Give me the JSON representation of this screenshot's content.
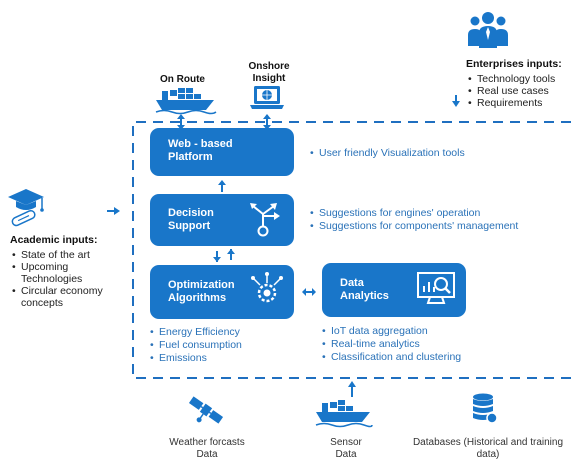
{
  "boxes": {
    "web_platform": "Web - based Platform",
    "decision_support": "Decision Support",
    "optimization": "Optimization Algorithms",
    "data_analytics": "Data Analytics"
  },
  "sources_top": {
    "on_route": "On Route",
    "onshore_insight": "Onshore Insight"
  },
  "enterprises": {
    "heading": "Enterprises inputs:",
    "items": [
      "Technology tools",
      "Real use cases",
      "Requirements"
    ]
  },
  "academic": {
    "heading": "Academic inputs:",
    "items": [
      "State of the art",
      "Upcoming Technologies",
      "Circular economy concepts"
    ]
  },
  "web_notes": [
    "User friendly Visualization tools"
  ],
  "decision_notes": [
    "Suggestions for engines' operation",
    "Suggestions for components' management"
  ],
  "optimization_notes": [
    "Energy Efficiency",
    "Fuel consumption",
    "Emissions"
  ],
  "analytics_notes": [
    "IoT data aggregation",
    "Real-time analytics",
    "Classification and clustering"
  ],
  "bottom_sources": {
    "weather": "Weather forcasts Data",
    "sensor": "Sensor Data",
    "databases": "Databases (Historical and training data)"
  },
  "icons": [
    "ship-icon",
    "laptop-globe-icon",
    "team-icon",
    "graduation-cap-icon",
    "split-arrows-icon",
    "gear-circuit-icon",
    "analytics-monitor-icon",
    "satellite-icon",
    "database-icon"
  ],
  "colors": {
    "accent": "#1976c9",
    "text_blue": "#2a72b8"
  }
}
